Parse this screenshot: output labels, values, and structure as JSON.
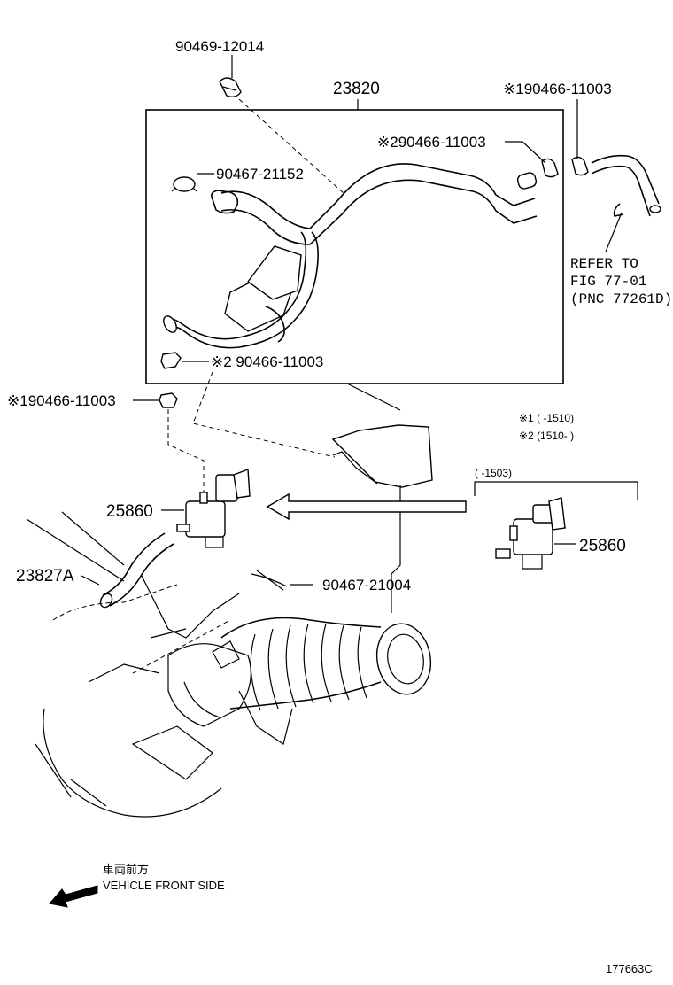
{
  "labels": {
    "p_90469": "90469-12014",
    "p_23820": "23820",
    "p_90466_star1_top": "※190466-11003",
    "p_90466_star2_top": "※290466-11003",
    "p_90467_21152": "90467-21152",
    "p_90466_star2_box": "※2 90466-11003",
    "p_90466_star1_left": "※190466-11003",
    "p_25860_left": "25860",
    "p_25860_right": "25860",
    "p_23827a": "23827A",
    "p_90467_21004": "90467-21004",
    "refer_line1": "REFER TO",
    "refer_line2": "FIG 77-01",
    "refer_line3": "(PNC 77261D)",
    "note_star1": "※1 (      -1510)",
    "note_star2": "※2 (1510-      )",
    "range_1503": "(      -1503)",
    "front_jp": "車両前方",
    "front_en": "VEHICLE FRONT SIDE",
    "figure_id": "177663C"
  }
}
